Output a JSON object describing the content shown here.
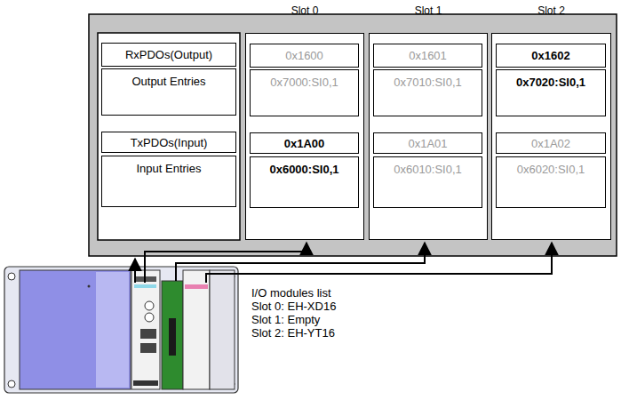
{
  "diagram": {
    "nodes": [
      {
        "text": [
          "RxPDOs(Output)"
        ]
      },
      {
        "text": [
          "Output Entries"
        ]
      },
      {
        "text": [
          "TxPDOs(Input)"
        ]
      },
      {
        "text": [
          "Input Entries"
        ]
      },
      {
        "text": [
          "Slot 0"
        ]
      },
      {
        "text": [
          "0x1600"
        ],
        "in": 4
      },
      {
        "text": [
          "0x7000:SI0,1"
        ],
        "in": 4
      },
      {
        "text": [
          "0x1A00"
        ],
        "in": 4
      },
      {
        "text": [
          "0x6000:SI0,1"
        ],
        "in": 4
      },
      {
        "text": [
          "Slot 1"
        ]
      },
      {
        "text": [
          "0x1601"
        ],
        "in": 9
      },
      {
        "text": [
          "0x7010:SI0,1"
        ],
        "in": 9
      },
      {
        "text": [
          "0x1A01"
        ],
        "in": 9
      },
      {
        "text": [
          "0x6010:SI0,1"
        ],
        "in": 9
      },
      {
        "text": [
          "Slot 2"
        ]
      },
      {
        "text": [
          "0x1602"
        ],
        "in": 14
      },
      {
        "text": [
          "0x7020:SI0,1"
        ],
        "in": 14
      },
      {
        "text": [
          "0x1A02"
        ],
        "in": 14
      },
      {
        "text": [
          "0x6020:SI0,1"
        ],
        "in": 14
      }
    ],
    "labels": [
      "I/O modules list",
      "Slot 0: EH-XD16",
      "Slot 1: Empty",
      "Slot 2: EH-YT16"
    ]
  }
}
